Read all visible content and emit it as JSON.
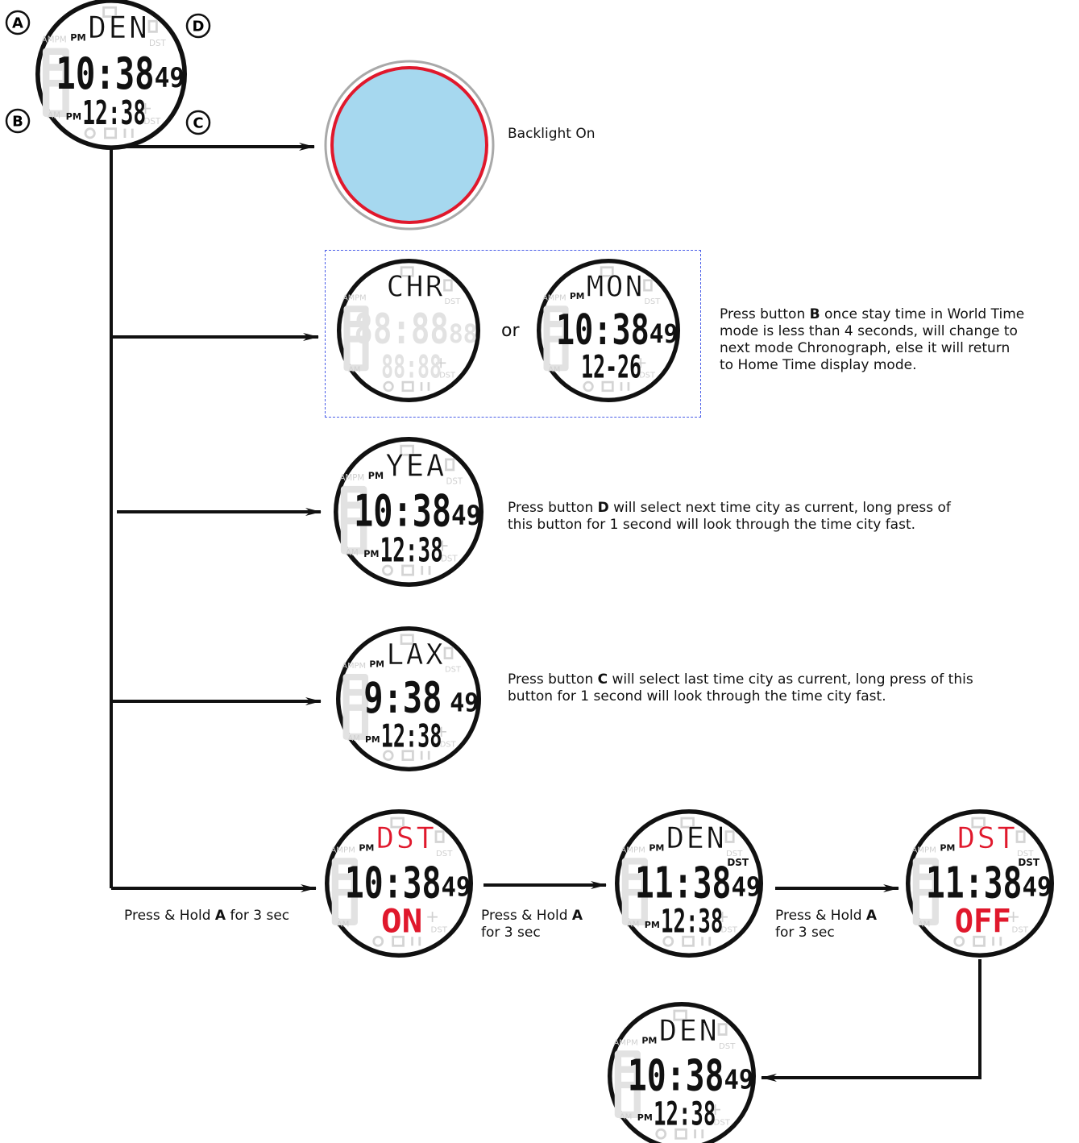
{
  "buttons": {
    "a": "A",
    "b": "B",
    "c": "C",
    "d": "D"
  },
  "captions": {
    "backlight": "Backlight On",
    "or": "or",
    "b_pre": "Press button ",
    "b_key": "B",
    "b_line1_post": " once stay time in World Time",
    "b_line2": "mode is less than 4 seconds, will change to",
    "b_line3": "next mode Chronograph, else it will return",
    "b_line4": "to Home Time display mode.",
    "d_pre": "Press button ",
    "d_key": "D",
    "d_line1_post": " will select next time city as current, long press of",
    "d_line2": "this button for 1 second will look through the time city fast.",
    "c_pre": "Press button ",
    "c_key": "C",
    "c_line1_post": " will select last time city as current, long press of this",
    "c_line2": "button for 1 second will look through the time city fast.",
    "hold_1_pre": "Press & Hold ",
    "hold_1_key": "A",
    "hold_1_post": " for 3 sec",
    "hold_2_pre": "Press & Hold ",
    "hold_2_key": "A",
    "hold_2_line2": "for 3 sec",
    "hold_3_pre": "Press & Hold ",
    "hold_3_key": "A",
    "hold_3_line2": "for 3 sec"
  },
  "faces": {
    "home": {
      "top": "DEN",
      "top_color": "#111111",
      "main": "10:38",
      "sec": "49",
      "bottom": "12:38",
      "pm_top": "PM",
      "pm_bottom": "PM",
      "dst": ""
    },
    "chr": {
      "top": "CHR",
      "top_color": "#111111",
      "main": "",
      "sec": "",
      "bottom": "",
      "pm_top": "",
      "pm_bottom": "",
      "dst": ""
    },
    "mon": {
      "top": "MON",
      "top_color": "#111111",
      "main": "10:38",
      "sec": "49",
      "bottom": "12-26",
      "pm_top": "PM",
      "pm_bottom": "",
      "dst": ""
    },
    "yea": {
      "top": "YEA",
      "top_color": "#111111",
      "main": "10:38",
      "sec": "49",
      "bottom": "12:38",
      "pm_top": "PM",
      "pm_bottom": "PM",
      "dst": ""
    },
    "lax": {
      "top": "LAX",
      "top_color": "#111111",
      "main": "9:38",
      "sec": "49",
      "bottom": "12:38",
      "pm_top": "PM",
      "pm_bottom": "PM",
      "dst": ""
    },
    "dst_on": {
      "top": "DST",
      "top_color": "#e0182c",
      "main": "10:38",
      "sec": "49",
      "bottom": "ON",
      "bottom_color": "#e0182c",
      "pm_top": "PM",
      "pm_bottom": "",
      "dst": ""
    },
    "den_dst": {
      "top": "DEN",
      "top_color": "#111111",
      "main": "11:38",
      "sec": "49",
      "bottom": "12:38",
      "pm_top": "PM",
      "pm_bottom": "PM",
      "dst": "DST"
    },
    "dst_off": {
      "top": "DST",
      "top_color": "#e0182c",
      "main": "11:38",
      "sec": "49",
      "bottom": "OFF",
      "bottom_color": "#e0182c",
      "pm_top": "PM",
      "pm_bottom": "",
      "dst": "DST"
    },
    "den_final": {
      "top": "DEN",
      "top_color": "#111111",
      "main": "10:38",
      "sec": "49",
      "bottom": "12:38",
      "pm_top": "PM",
      "pm_bottom": "PM",
      "dst": ""
    }
  },
  "colors": {
    "backlight_fill": "#a6d8ef",
    "backlight_ring": "#e0182c",
    "box_border": "#4a5ee8",
    "line": "#111111"
  }
}
